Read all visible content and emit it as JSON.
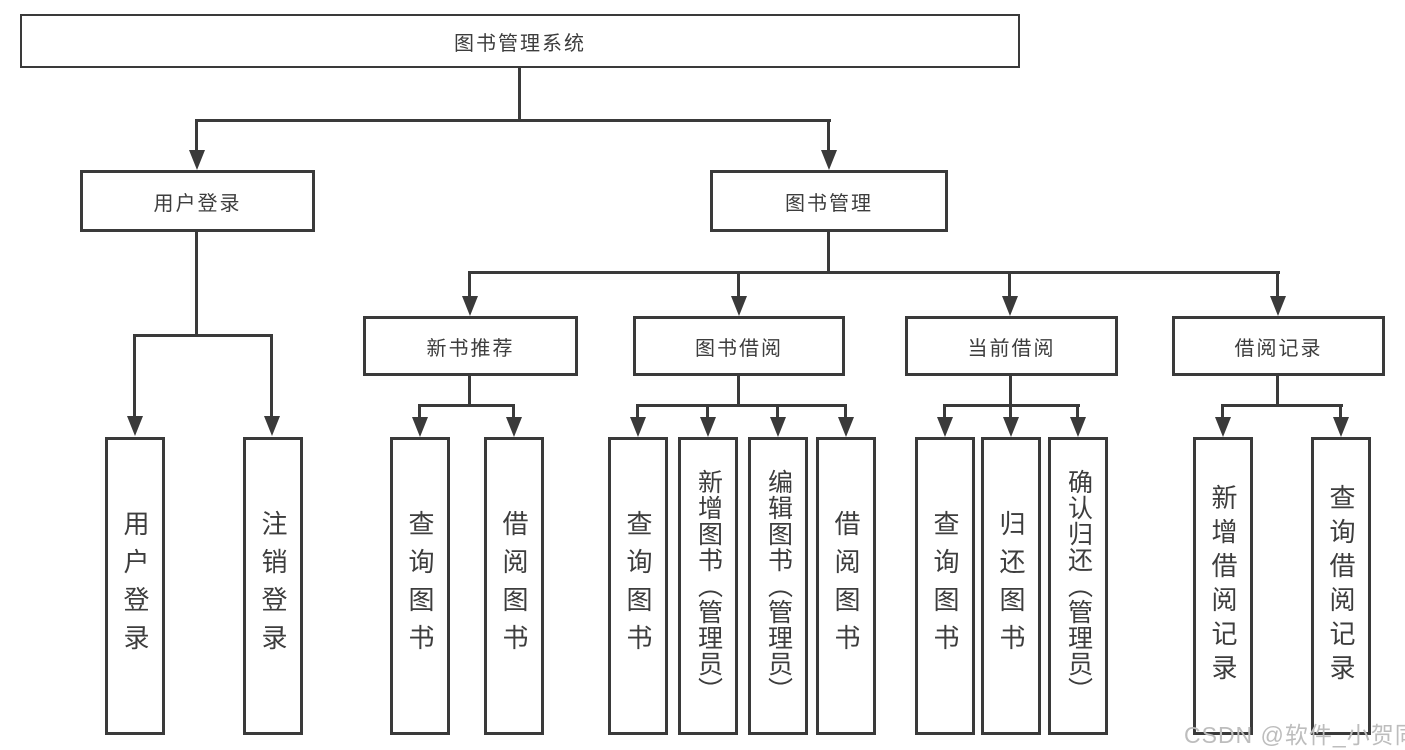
{
  "tree": {
    "root": {
      "label": "图书管理系统",
      "children": [
        {
          "label": "用户登录",
          "children": [
            {
              "label": "用户登录"
            },
            {
              "label": "注销登录"
            }
          ]
        },
        {
          "label": "图书管理",
          "children": [
            {
              "label": "新书推荐",
              "children": [
                {
                  "label": "查询图书"
                },
                {
                  "label": "借阅图书"
                }
              ]
            },
            {
              "label": "图书借阅",
              "children": [
                {
                  "label": "查询图书"
                },
                {
                  "label": "新增图书（管理员）"
                },
                {
                  "label": "编辑图书（管理员）"
                },
                {
                  "label": "借阅图书"
                }
              ]
            },
            {
              "label": "当前借阅",
              "children": [
                {
                  "label": "查询图书"
                },
                {
                  "label": "归还图书"
                },
                {
                  "label": "确认归还（管理员）"
                }
              ]
            },
            {
              "label": "借阅记录",
              "children": [
                {
                  "label": "新增借阅记录"
                },
                {
                  "label": "查询借阅记录"
                }
              ]
            }
          ]
        }
      ]
    }
  },
  "watermark": {
    "text": "CSDN @软件_小贺同学"
  },
  "colors": {
    "line": "#3a3a3a",
    "text": "#3d3d3d",
    "background": "#ffffff",
    "watermark": "#bdbdbd"
  }
}
